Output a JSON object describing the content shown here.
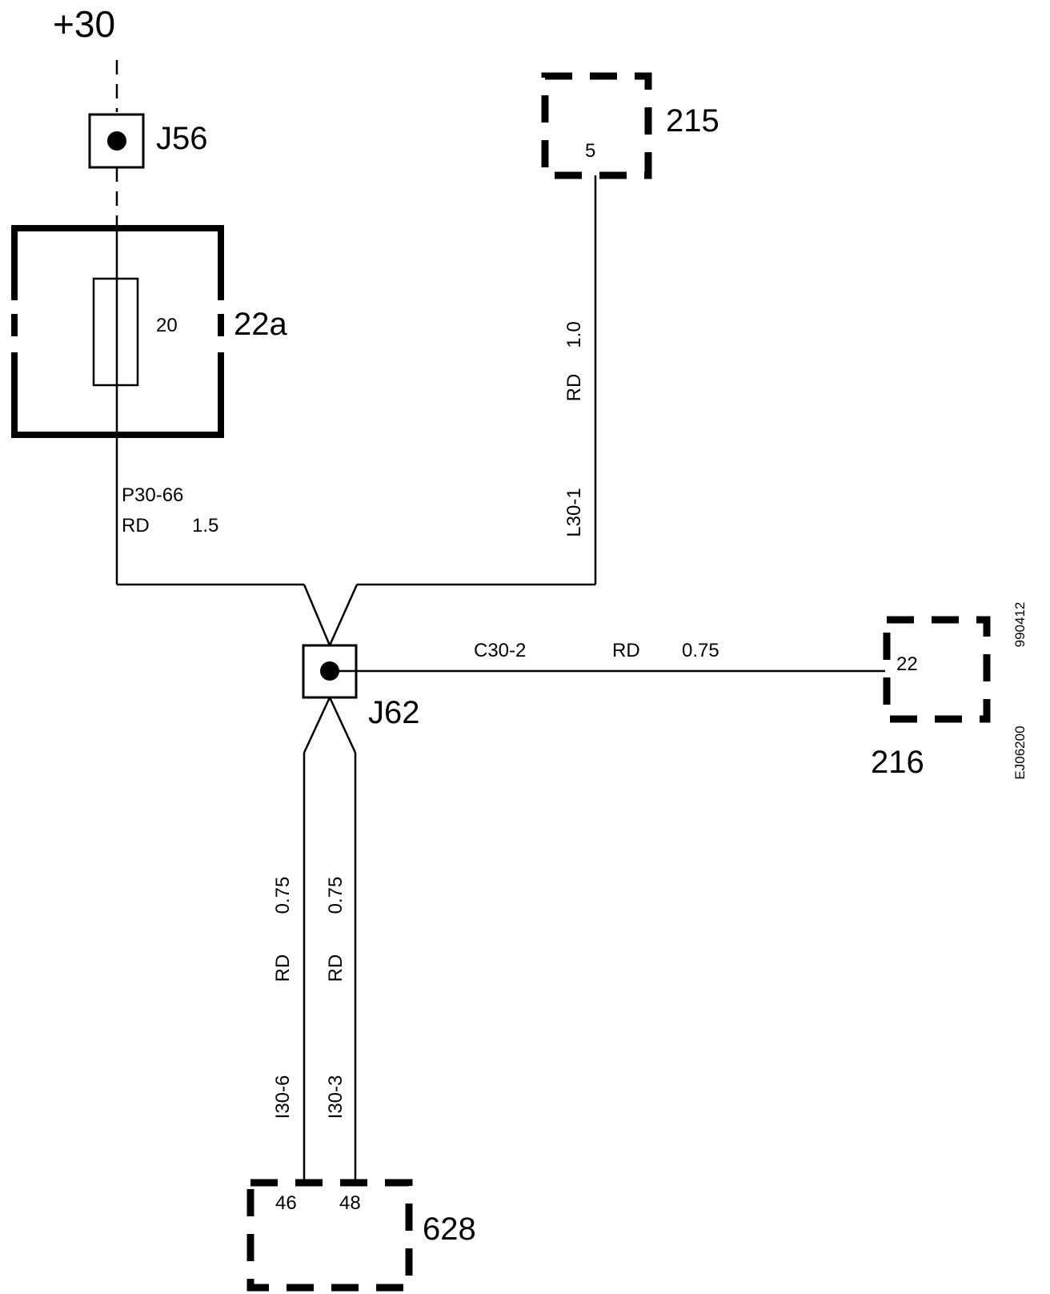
{
  "supply": {
    "label": "+30"
  },
  "junctions": {
    "j56": {
      "label": "J56"
    },
    "j62": {
      "label": "J62"
    }
  },
  "fuse_box": {
    "label": "22a",
    "fuse_rating": "20"
  },
  "connectors": {
    "c215": {
      "label": "215",
      "pin": "5"
    },
    "c216": {
      "label": "216",
      "pin": "22"
    },
    "c628": {
      "label": "628",
      "pin_a": "46",
      "pin_b": "48"
    }
  },
  "wires": {
    "p30_66": {
      "id": "P30-66",
      "color": "RD",
      "size": "1.5"
    },
    "l30_1": {
      "id": "L30-1",
      "color": "RD",
      "size": "1.0"
    },
    "c30_2": {
      "id": "C30-2",
      "color": "RD",
      "size": "0.75"
    },
    "i30_6": {
      "id": "I30-6",
      "color": "RD",
      "size": "0.75"
    },
    "i30_3": {
      "id": "I30-3",
      "color": "RD",
      "size": "0.75"
    }
  },
  "side_codes": {
    "date_code": "990412",
    "drawing_code": "EJ06200"
  }
}
